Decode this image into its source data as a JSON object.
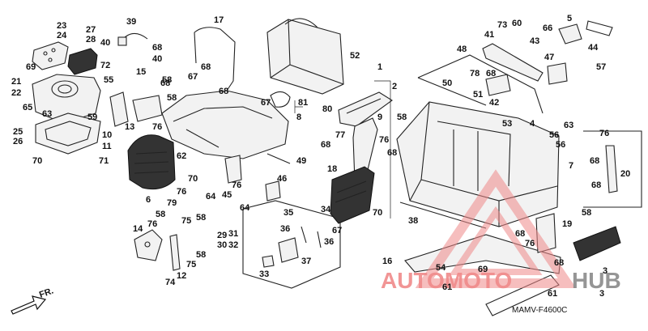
{
  "diagram": {
    "code": "MAMV-F4600C",
    "direction_label": "FR.",
    "watermark": {
      "text_main": "AUTOMOTO",
      "text_end": "HUB",
      "color_main": "#f08a8a",
      "color_end": "#8a8a8a"
    },
    "labels": [
      {
        "id": "l23",
        "text": "23"
      },
      {
        "id": "l24",
        "text": "24"
      },
      {
        "id": "l27",
        "text": "27"
      },
      {
        "id": "l28",
        "text": "28"
      },
      {
        "id": "l69a",
        "text": "69"
      },
      {
        "id": "l39",
        "text": "39"
      },
      {
        "id": "l40a",
        "text": "40"
      },
      {
        "id": "l68a",
        "text": "68"
      },
      {
        "id": "l40b",
        "text": "40"
      },
      {
        "id": "l72",
        "text": "72"
      },
      {
        "id": "l15",
        "text": "15"
      },
      {
        "id": "l55",
        "text": "55"
      },
      {
        "id": "l17",
        "text": "17"
      },
      {
        "id": "l68b",
        "text": "68"
      },
      {
        "id": "l67a",
        "text": "67"
      },
      {
        "id": "l52",
        "text": "52"
      },
      {
        "id": "l21",
        "text": "21"
      },
      {
        "id": "l22",
        "text": "22"
      },
      {
        "id": "l65",
        "text": "65"
      },
      {
        "id": "l63a",
        "text": "63"
      },
      {
        "id": "l59",
        "text": "59"
      },
      {
        "id": "l25",
        "text": "25"
      },
      {
        "id": "l26",
        "text": "26"
      },
      {
        "id": "l70a",
        "text": "70"
      },
      {
        "id": "l71",
        "text": "71"
      },
      {
        "id": "l10",
        "text": "10"
      },
      {
        "id": "l11",
        "text": "11"
      },
      {
        "id": "l13",
        "text": "13"
      },
      {
        "id": "l76a",
        "text": "76"
      },
      {
        "id": "l68c",
        "text": "68"
      },
      {
        "id": "l58a",
        "text": "58"
      },
      {
        "id": "l58b",
        "text": "58"
      },
      {
        "id": "l68d",
        "text": "68"
      },
      {
        "id": "l67b",
        "text": "67"
      },
      {
        "id": "l81",
        "text": "81"
      },
      {
        "id": "l80",
        "text": "80"
      },
      {
        "id": "l8",
        "text": "8"
      },
      {
        "id": "l49",
        "text": "49"
      },
      {
        "id": "l6",
        "text": "6"
      },
      {
        "id": "l62",
        "text": "62"
      },
      {
        "id": "l70b",
        "text": "70"
      },
      {
        "id": "l76b",
        "text": "76"
      },
      {
        "id": "l64a",
        "text": "64"
      },
      {
        "id": "l45",
        "text": "45"
      },
      {
        "id": "l76c",
        "text": "76"
      },
      {
        "id": "l46",
        "text": "46"
      },
      {
        "id": "l64b",
        "text": "64"
      },
      {
        "id": "l79",
        "text": "79"
      },
      {
        "id": "l58c",
        "text": "58"
      },
      {
        "id": "l76d",
        "text": "76"
      },
      {
        "id": "l75a",
        "text": "75"
      },
      {
        "id": "l58d",
        "text": "58"
      },
      {
        "id": "l14",
        "text": "14"
      },
      {
        "id": "l58e",
        "text": "58"
      },
      {
        "id": "l75b",
        "text": "75"
      },
      {
        "id": "l12",
        "text": "12"
      },
      {
        "id": "l74",
        "text": "74"
      },
      {
        "id": "l29",
        "text": "29"
      },
      {
        "id": "l30",
        "text": "30"
      },
      {
        "id": "l31",
        "text": "31"
      },
      {
        "id": "l32",
        "text": "32"
      },
      {
        "id": "l33",
        "text": "33"
      },
      {
        "id": "l35",
        "text": "35"
      },
      {
        "id": "l34",
        "text": "34"
      },
      {
        "id": "l36a",
        "text": "36"
      },
      {
        "id": "l36b",
        "text": "36"
      },
      {
        "id": "l37",
        "text": "37"
      },
      {
        "id": "l67c",
        "text": "67"
      },
      {
        "id": "l1",
        "text": "1"
      },
      {
        "id": "l2",
        "text": "2"
      },
      {
        "id": "l77",
        "text": "77"
      },
      {
        "id": "l68e",
        "text": "68"
      },
      {
        "id": "l18",
        "text": "18"
      },
      {
        "id": "l70c",
        "text": "70"
      },
      {
        "id": "l9",
        "text": "9"
      },
      {
        "id": "l58f",
        "text": "58"
      },
      {
        "id": "l76e",
        "text": "76"
      },
      {
        "id": "l68f",
        "text": "68"
      },
      {
        "id": "l38",
        "text": "38"
      },
      {
        "id": "l48",
        "text": "48"
      },
      {
        "id": "l41",
        "text": "41"
      },
      {
        "id": "l73",
        "text": "73"
      },
      {
        "id": "l60",
        "text": "60"
      },
      {
        "id": "l5",
        "text": "5"
      },
      {
        "id": "l66",
        "text": "66"
      },
      {
        "id": "l43",
        "text": "43"
      },
      {
        "id": "l44",
        "text": "44"
      },
      {
        "id": "l47",
        "text": "47"
      },
      {
        "id": "l57",
        "text": "57"
      },
      {
        "id": "l78",
        "text": "78"
      },
      {
        "id": "l68g",
        "text": "68"
      },
      {
        "id": "l50",
        "text": "50"
      },
      {
        "id": "l51",
        "text": "51"
      },
      {
        "id": "l42",
        "text": "42"
      },
      {
        "id": "l53",
        "text": "53"
      },
      {
        "id": "l4",
        "text": "4"
      },
      {
        "id": "l63b",
        "text": "63"
      },
      {
        "id": "l56a",
        "text": "56"
      },
      {
        "id": "l56b",
        "text": "56"
      },
      {
        "id": "l7",
        "text": "7"
      },
      {
        "id": "l76f",
        "text": "76"
      },
      {
        "id": "l68h",
        "text": "68"
      },
      {
        "id": "l20",
        "text": "20"
      },
      {
        "id": "l68i",
        "text": "68"
      },
      {
        "id": "l58g",
        "text": "58"
      },
      {
        "id": "l19",
        "text": "19"
      },
      {
        "id": "l68j",
        "text": "68"
      },
      {
        "id": "l76g",
        "text": "76"
      },
      {
        "id": "l16",
        "text": "16"
      },
      {
        "id": "l68k",
        "text": "68"
      },
      {
        "id": "l54",
        "text": "54"
      },
      {
        "id": "l69b",
        "text": "69"
      },
      {
        "id": "l61a",
        "text": "61"
      },
      {
        "id": "l61b",
        "text": "61"
      },
      {
        "id": "l3a",
        "text": "3"
      },
      {
        "id": "l3b",
        "text": "3"
      }
    ]
  }
}
